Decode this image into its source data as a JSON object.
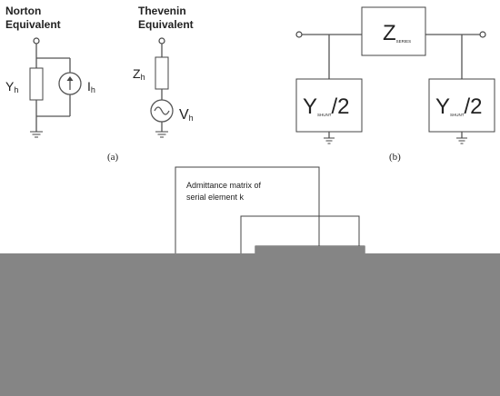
{
  "panel_a": {
    "norton_title_1": "Norton",
    "norton_title_2": "Equivalent",
    "thevenin_title_1": "Thevenin",
    "thevenin_title_2": "Equivalent",
    "y_label_main": "Y",
    "y_label_sub": "h",
    "i_label_main": "I",
    "i_label_sub": "h",
    "z_label_main": "Z",
    "z_label_sub": "h",
    "v_label_main": "V",
    "v_label_sub": "h",
    "caption": "(a)"
  },
  "panel_b": {
    "zseries_main": "Z",
    "zseries_sub": "SERIES",
    "yshunt_left_main": "Y",
    "yshunt_left_sub": "SHUNT",
    "yshunt_left_div": "/2",
    "yshunt_right_main": "Y",
    "yshunt_right_sub": "SHUNT",
    "yshunt_right_div": "/2",
    "caption": "(b)"
  },
  "panel_c": {
    "note_line_1": "Admittance matrix of",
    "note_line_2": "serial element k"
  },
  "overlay": {
    "color": "#858585"
  }
}
